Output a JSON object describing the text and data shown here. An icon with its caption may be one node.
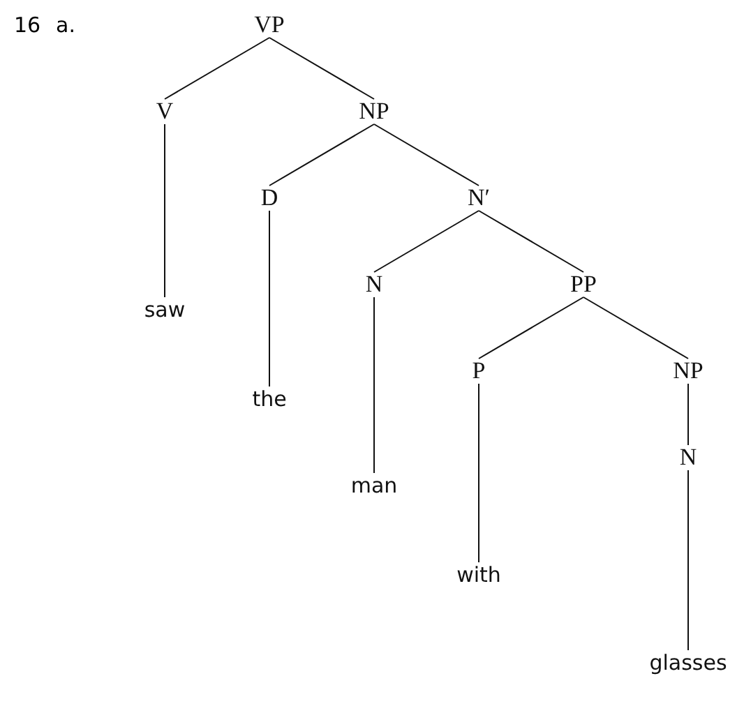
{
  "diagram": {
    "nodes": [
      {
        "text": [
          "VP"
        ]
      },
      {
        "text": [
          "V"
        ]
      },
      {
        "text": [
          "saw"
        ]
      },
      {
        "text": [
          "NP"
        ]
      },
      {
        "text": [
          "D"
        ]
      },
      {
        "text": [
          "the"
        ]
      },
      {
        "text": [
          "N′"
        ]
      },
      {
        "text": [
          "N"
        ]
      },
      {
        "text": [
          "man"
        ]
      },
      {
        "text": [
          "PP"
        ]
      },
      {
        "text": [
          "P"
        ]
      },
      {
        "text": [
          "with"
        ]
      },
      {
        "text": [
          "NP"
        ]
      },
      {
        "text": [
          "N"
        ]
      },
      {
        "text": [
          "glasses"
        ]
      }
    ],
    "edges": [
      {
        "from": 0,
        "to": 1,
        "arrow": "none"
      },
      {
        "from": 0,
        "to": 3,
        "arrow": "none"
      },
      {
        "from": 1,
        "to": 2,
        "arrow": "none"
      },
      {
        "from": 3,
        "to": 4,
        "arrow": "none"
      },
      {
        "from": 3,
        "to": 6,
        "arrow": "none"
      },
      {
        "from": 4,
        "to": 5,
        "arrow": "none"
      },
      {
        "from": 6,
        "to": 7,
        "arrow": "none"
      },
      {
        "from": 6,
        "to": 9,
        "arrow": "none"
      },
      {
        "from": 7,
        "to": 8,
        "arrow": "none"
      },
      {
        "from": 9,
        "to": 10,
        "arrow": "none"
      },
      {
        "from": 9,
        "to": 12,
        "arrow": "none"
      },
      {
        "from": 10,
        "to": 11,
        "arrow": "none"
      },
      {
        "from": 12,
        "to": 13,
        "arrow": "none"
      },
      {
        "from": 13,
        "to": 14,
        "arrow": "none"
      }
    ],
    "labels": [
      "16",
      "a."
    ]
  }
}
